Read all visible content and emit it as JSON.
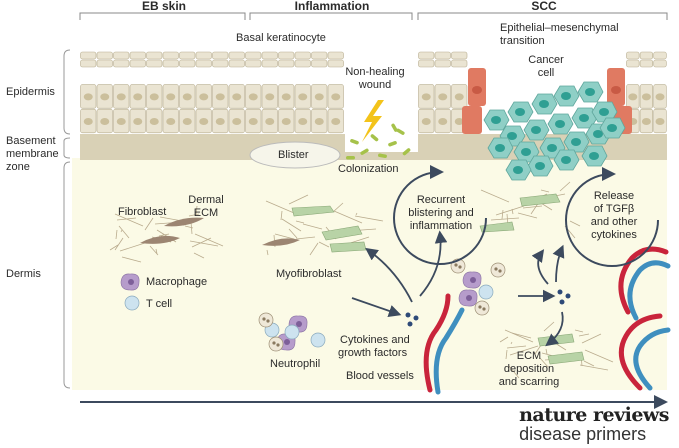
{
  "headers": {
    "eb_skin": "EB skin",
    "inflammation": "Inflammation",
    "scc": "SCC"
  },
  "left_labels": {
    "epidermis": "Epidermis",
    "bmz_line1": "Basement",
    "bmz_line2": "membrane",
    "bmz_line3": "zone",
    "dermis": "Dermis"
  },
  "labels": {
    "basal_keratinocyte": "Basal keratinocyte",
    "non_healing_1": "Non-healing",
    "non_healing_2": "wound",
    "emt_1": "Epithelial–mesenchymal",
    "emt_2": "transition",
    "cancer_1": "Cancer",
    "cancer_2": "cell",
    "blister": "Blister",
    "colonization": "Colonization",
    "fibroblast": "Fibroblast",
    "dermal_1": "Dermal",
    "dermal_2": "ECM",
    "macrophage": "Macrophage",
    "tcell": "T cell",
    "myofibroblast": "Myofibroblast",
    "neutrophil": "Neutrophil",
    "cytokines_1": "Cytokines and",
    "cytokines_2": "growth factors",
    "blood_vessels": "Blood vessels",
    "recurrent_1": "Recurrent",
    "recurrent_2": "blistering and",
    "recurrent_3": "inflammation",
    "release_1": "Release",
    "release_2": "of TGFβ",
    "release_3": "and other",
    "release_4": "cytokines",
    "ecm_1": "ECM",
    "ecm_2": "deposition",
    "ecm_3": "and scarring"
  },
  "brand": {
    "line1": "nature reviews",
    "line2": "disease primers"
  },
  "colors": {
    "keratinocyte": "#eae4d2",
    "nucleus": "#cbbf9c",
    "bmz": "#d9d1b6",
    "dermis": "#fbfae6",
    "cancer_cell": "#8fcfc6",
    "cancer_nucleus": "#2f9f93",
    "emt_cell": "#e07a62",
    "arrow": "#3c4a5e",
    "vessel_red": "#c9243b",
    "vessel_blue": "#3f8fbf",
    "myofibroblast": "#b8d3a6",
    "fibroblast": "#9c8572",
    "macrophage": "#b69ccb",
    "tcell": "#cde3ef",
    "lightning": "#f3c31a",
    "bacteria": "#a6c24a"
  }
}
